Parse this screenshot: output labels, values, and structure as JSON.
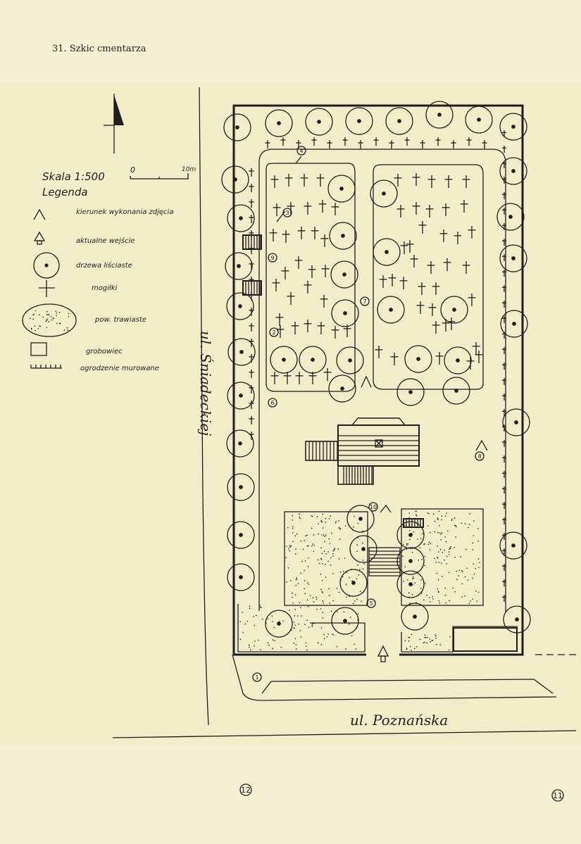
{
  "header": {
    "title": "31. Szkic cmentarza"
  },
  "scale": {
    "label": "Skala 1:500",
    "zero": "0",
    "ten": "10m"
  },
  "legend": {
    "title": "Legenda",
    "items": [
      {
        "symbol": "view-direction",
        "text": "kierunek wykonania zdjęcia"
      },
      {
        "symbol": "entrance",
        "text": "aktualne wejście"
      },
      {
        "symbol": "tree",
        "text": "drzewa liściaste"
      },
      {
        "symbol": "grave",
        "text": "mogiłki"
      },
      {
        "symbol": "grass",
        "text": "pow. trawiaste"
      },
      {
        "symbol": "tomb",
        "text": "grobowiec"
      },
      {
        "symbol": "wall",
        "text": "ogrodzenie murowane"
      }
    ]
  },
  "streets": {
    "west": "ul. Śniadeckiej",
    "south": "ul. Poznańska"
  },
  "photo_points": [
    "1",
    "2",
    "3",
    "4",
    "5",
    "6",
    "7",
    "8",
    "9",
    "10"
  ],
  "sheet_numbers": [
    "12",
    "11"
  ],
  "colors": {
    "paper": "#f6f0d3",
    "ink": "#1e1e1e"
  }
}
